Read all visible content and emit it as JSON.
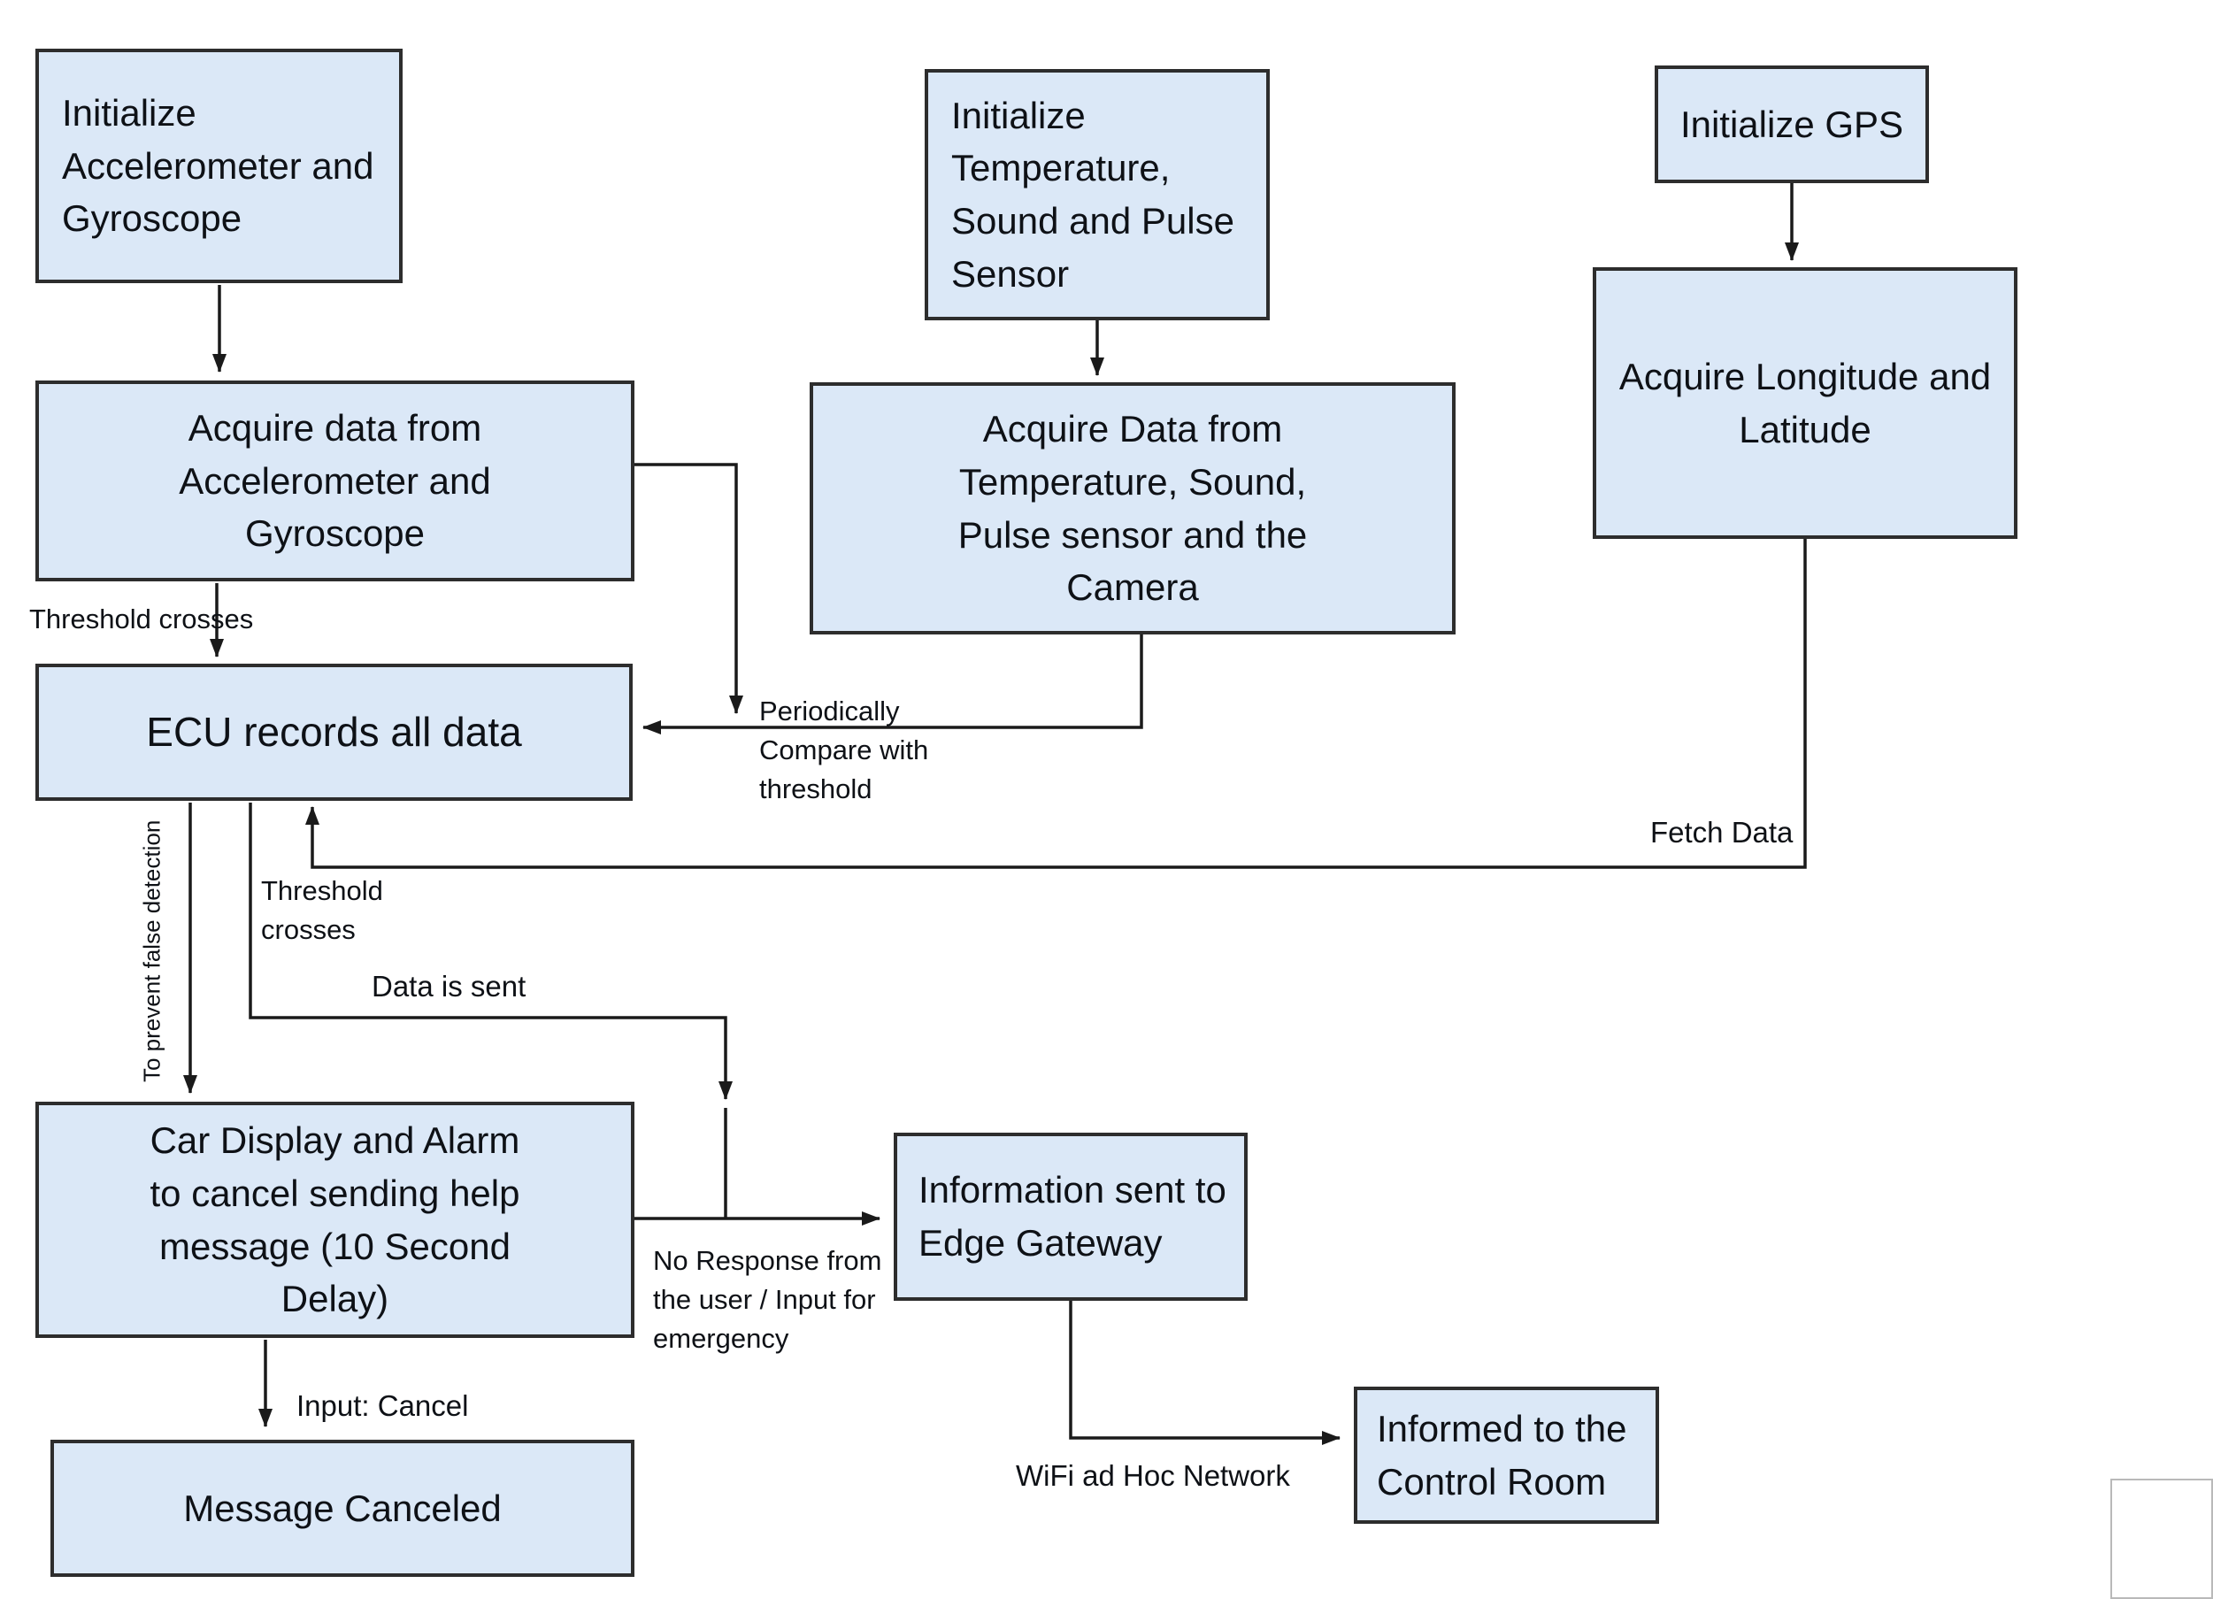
{
  "diagram": {
    "type": "flowchart",
    "nodes": {
      "init_accel": {
        "label": "Initialize\nAccelerometer and\nGyroscope"
      },
      "acquire_accel": {
        "label": "Acquire data from\nAccelerometer and\nGyroscope"
      },
      "ecu": {
        "label": "ECU records all data"
      },
      "init_temp": {
        "label": "Initialize\nTemperature,\nSound and Pulse\nSensor"
      },
      "acquire_temp": {
        "label": "Acquire Data from\nTemperature, Sound,\nPulse sensor and the\nCamera"
      },
      "init_gps": {
        "label": "Initialize GPS"
      },
      "acquire_gps": {
        "label": "Acquire Longitude and\nLatitude"
      },
      "car_display": {
        "label": "Car Display and Alarm\nto cancel sending help\nmessage (10 Second\nDelay)"
      },
      "message_canceled": {
        "label": "Message Canceled"
      },
      "edge_gateway": {
        "label": "Information sent to\nEdge Gateway"
      },
      "control_room": {
        "label": "Informed to the\nControl Room"
      }
    },
    "edge_labels": {
      "threshold_crosses_1": "Threshold crosses",
      "periodically": "Periodically\nCompare with\nthreshold",
      "fetch_data": "Fetch Data",
      "threshold_crosses_2": "Threshold\ncrosses",
      "data_is_sent": "Data is sent",
      "to_prevent_false_detection": "To prevent false detection",
      "no_response": "No Response from\nthe user / Input for\nemergency",
      "input_cancel": "Input: Cancel",
      "wifi_ad_hoc": "WiFi ad Hoc Network"
    },
    "edges": [
      {
        "from": "init_accel",
        "to": "acquire_accel"
      },
      {
        "from": "acquire_accel",
        "to": "ecu",
        "label_key": "threshold_crosses_1"
      },
      {
        "from": "acquire_accel",
        "to": "ecu",
        "label_key": "periodically"
      },
      {
        "from": "init_temp",
        "to": "acquire_temp"
      },
      {
        "from": "acquire_temp",
        "to": "ecu",
        "label_key": "periodically"
      },
      {
        "from": "init_gps",
        "to": "acquire_gps"
      },
      {
        "from": "acquire_gps",
        "to": "ecu",
        "label_key": "fetch_data"
      },
      {
        "from": "ecu",
        "to": "car_display",
        "label_key": "to_prevent_false_detection"
      },
      {
        "from": "ecu",
        "to": "edge_gateway",
        "label_key": "data_is_sent"
      },
      {
        "from": "car_display",
        "to": "edge_gateway",
        "label_key": "no_response"
      },
      {
        "from": "car_display",
        "to": "message_canceled",
        "label_key": "input_cancel"
      },
      {
        "from": "edge_gateway",
        "to": "control_room",
        "label_key": "wifi_ad_hoc"
      }
    ],
    "colors": {
      "node_fill": "#dbe8f7",
      "node_border": "#2d2d2d",
      "connector": "#1a1a1a",
      "text": "#0e1116"
    }
  }
}
